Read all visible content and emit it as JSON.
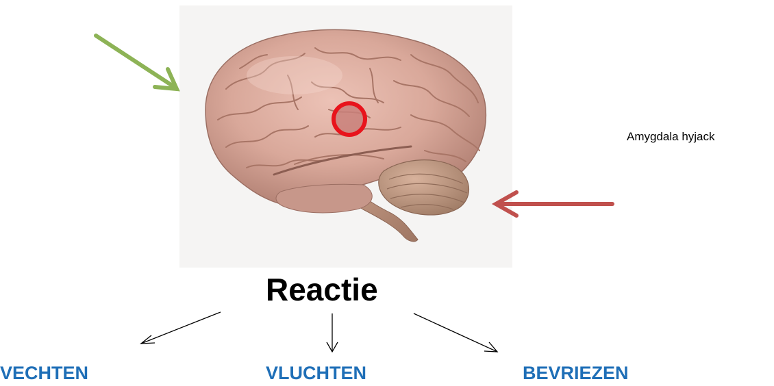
{
  "labels": {
    "side_note": "Amygdala hyjack",
    "title": "Reactie"
  },
  "responses": [
    "VECHTEN",
    "VLUCHTEN",
    "BEVRIEZEN"
  ],
  "colors": {
    "response_text": "#1f6fb7",
    "green_arrow": "#8db356",
    "red_arrow": "#c0504d",
    "highlight_ring": "#e8141c",
    "brain_base": "#d9a89a"
  },
  "icons": {
    "brain": "brain-illustration",
    "amygdala": "amygdala-highlight-icon"
  }
}
